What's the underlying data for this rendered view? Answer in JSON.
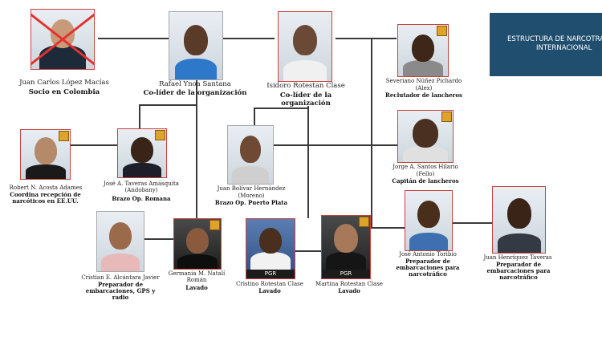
{
  "title": {
    "line1": "ESTRUCTURA DE NARCOTRA",
    "line2": "INTERNACIONAL"
  },
  "people": {
    "lopez": {
      "name": "Juan Carlos López Macías",
      "role": "Socio en Colombia"
    },
    "ynoa": {
      "name": "Rafael Ynoa Santana",
      "role": "Co-líder de la organización"
    },
    "isidoro": {
      "name": "Isidoro Rotestan Clase",
      "role": "Co-líder de la organización"
    },
    "severiano": {
      "name": "Severiano Núñez Pichardo",
      "alias": "(Alex)",
      "role": "Reclutador de lancheros"
    },
    "jorge": {
      "name": "Jorge A. Santos Hilario",
      "alias": "(Fello)",
      "role": "Capitán de lancheros"
    },
    "robert": {
      "name": "Robert N. Acosta Adames",
      "role": "Coordina recepción de narcóticos en EE.UU."
    },
    "jose": {
      "name": "José A. Taveras Amásquita (Andobany)",
      "role": "Brazo Op. Romana"
    },
    "bolivar": {
      "name": "Juan Bolívar Hernández",
      "alias": "(Moreno)",
      "role": "Brazo Op. Puerto Plata"
    },
    "cristian": {
      "name": "Cristian E. Alcántara Javier",
      "role": "Preparador de embarcaciones, GPS y radio"
    },
    "germania": {
      "name": "Germania M. Natalí Román",
      "role": "Lavado"
    },
    "cristino": {
      "name": "Cristino Rotestan Clase",
      "role": "Lavado"
    },
    "martina": {
      "name": "Martina Rotestan Clase",
      "role": "Lavado"
    },
    "toribio": {
      "name": "José Antonio Toribio",
      "role": "Preparador de embarcaciones para narcotráfico"
    },
    "henriquez": {
      "name": "Juan Henríquez Taveras",
      "role": "Preparador de embarcaciones para narcotráfico"
    }
  },
  "photo_labels": {
    "pgr": "PGR"
  },
  "colors": {
    "title_box": "#1f4e6e",
    "photo_border": "#c8423f",
    "connector": "#3a3a3a",
    "cross": "#e2332f"
  },
  "icons": {
    "badge": "agency-seal-icon",
    "cross": "deceased-cross-icon"
  }
}
